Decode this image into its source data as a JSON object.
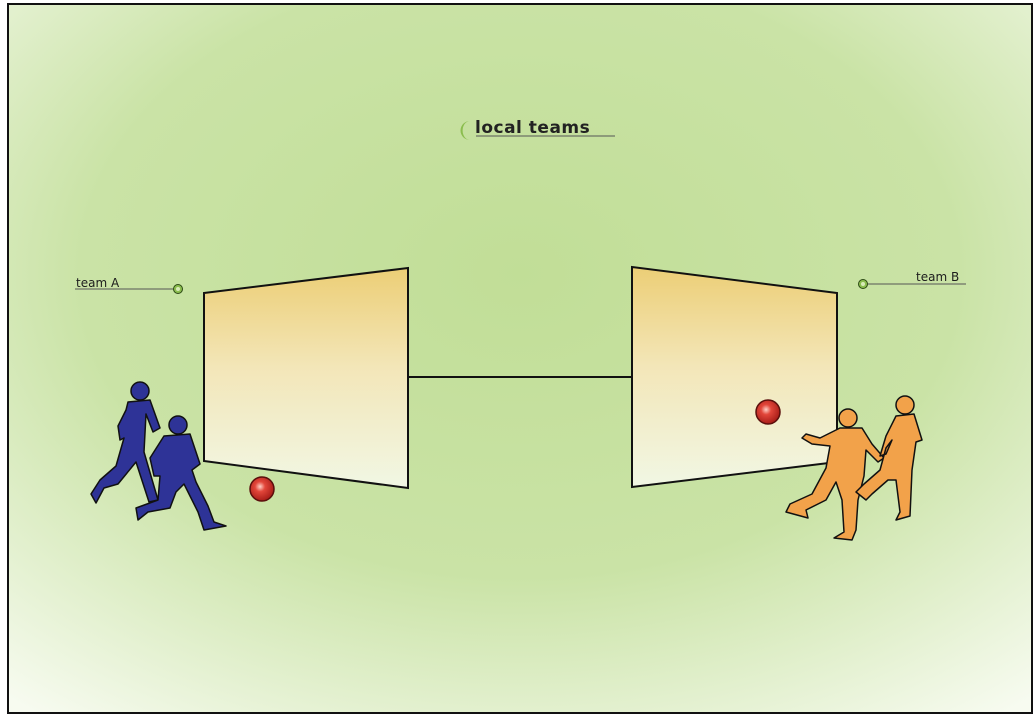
{
  "title": "local teams",
  "team_a": {
    "label": "team A",
    "color": "#2e3397"
  },
  "team_b": {
    "label": "team B",
    "color": "#f2a24a"
  },
  "colors": {
    "background_center": "#c3df9a",
    "background_corner": "#f6faef",
    "panel_top": "#ecd079",
    "panel_bottom": "#f2f7e6",
    "ball": "#d8332a",
    "bullet": "#8bbd4e"
  },
  "icons": [
    "title-bullet-icon",
    "team-a-marker-icon",
    "team-b-marker-icon",
    "player-silhouette-icon",
    "ball-icon"
  ]
}
